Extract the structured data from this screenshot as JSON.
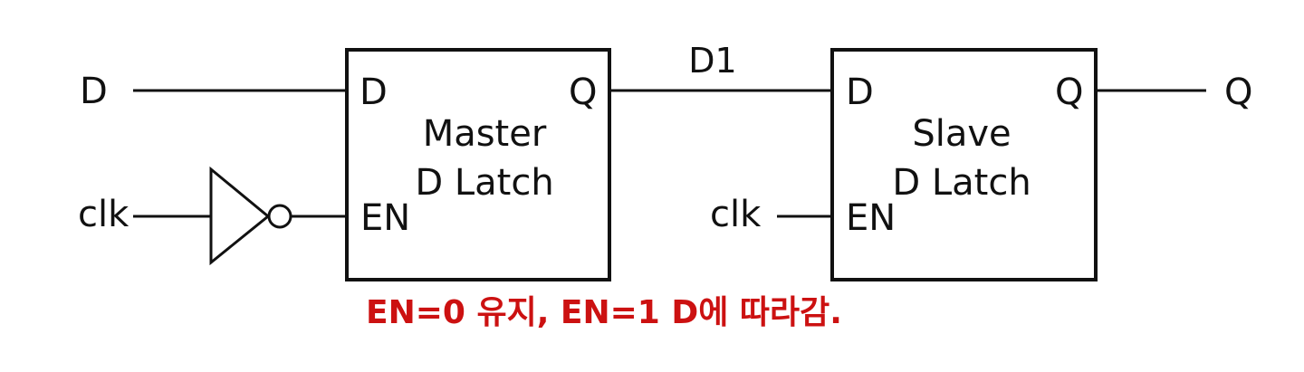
{
  "inputs": {
    "d": "D",
    "clk": "clk"
  },
  "output": {
    "q": "Q"
  },
  "master": {
    "port_d": "D",
    "port_q": "Q",
    "port_en": "EN",
    "title_line1": "Master",
    "title_line2": "D Latch"
  },
  "slave": {
    "port_d": "D",
    "port_q": "Q",
    "port_en": "EN",
    "title_line1": "Slave",
    "title_line2": "D Latch",
    "clk_label": "clk"
  },
  "link": {
    "label": "D1"
  },
  "annotation": {
    "text": "EN=0 유지, EN=1 D에 따라감."
  },
  "colors": {
    "ink": "#111111",
    "annotation": "#cc1111"
  }
}
